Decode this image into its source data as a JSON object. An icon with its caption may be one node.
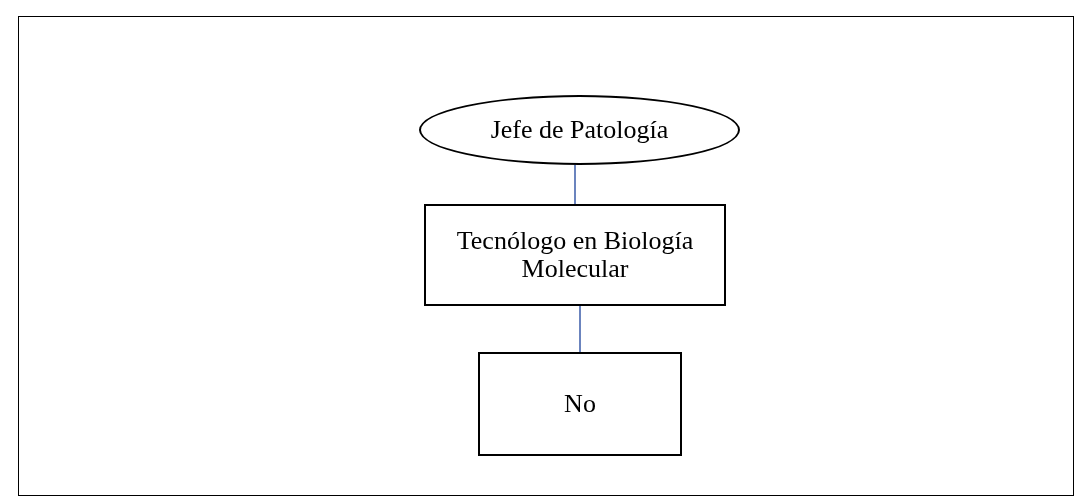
{
  "diagram": {
    "nodes": [
      {
        "text": [
          "Jefe de Patología"
        ]
      },
      {
        "text": [
          "Tecnólogo en Biología Molecular"
        ]
      },
      {
        "text": [
          "No"
        ]
      }
    ],
    "edges": [
      {
        "from": 0,
        "to": 1,
        "arrow": "none"
      },
      {
        "from": 1,
        "to": 2,
        "arrow": "none"
      }
    ]
  }
}
